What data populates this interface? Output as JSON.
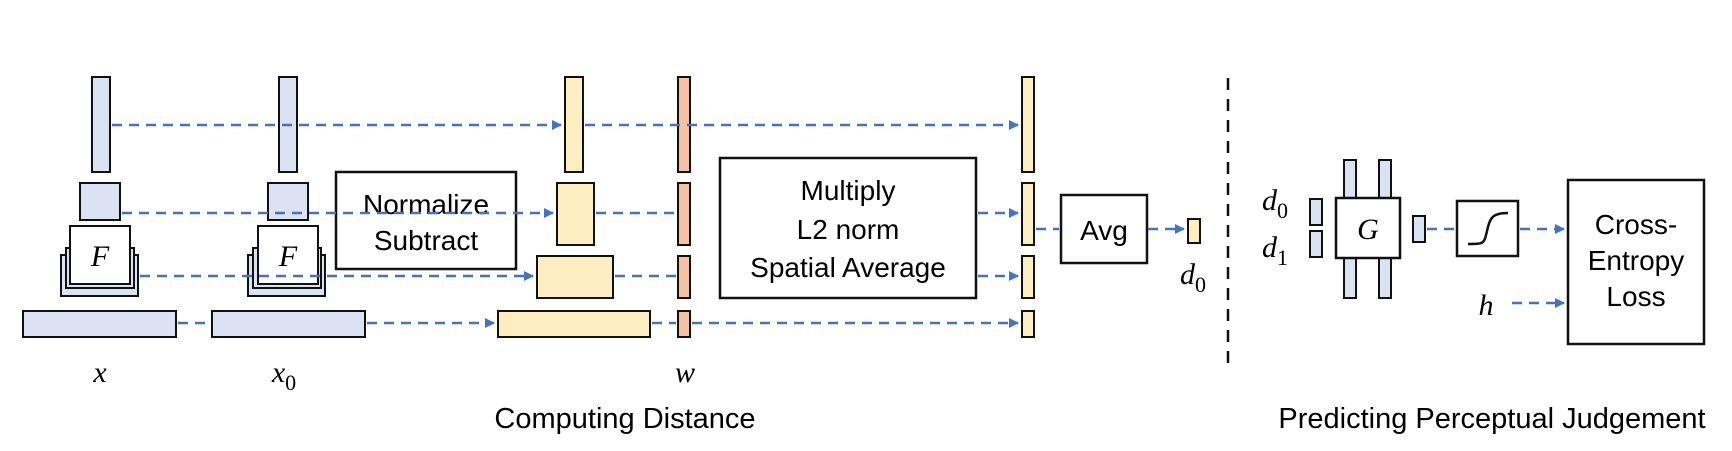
{
  "colors": {
    "feature_blue": "#dbe3f3",
    "feature_yellow": "#fdeec2",
    "weight_salmon": "#f6c2a6",
    "arrow_blue": "#4472c4",
    "stroke": "#111111"
  },
  "left": {
    "input_x_label": "x",
    "input_x0_label": "x",
    "input_x0_sub": "0",
    "network_label": "F",
    "normalize_line1": "Normalize",
    "normalize_line2": "Subtract",
    "weight_label": "w",
    "multiply_line1": "Multiply",
    "multiply_line2": "L2 norm",
    "multiply_line3": "Spatial Average",
    "avg_label": "Avg",
    "output_d": "d",
    "output_sub": "0",
    "section_title": "Computing Distance"
  },
  "right": {
    "d0": "d",
    "d0_sub": "0",
    "d1": "d",
    "d1_sub": "1",
    "g_label": "G",
    "h_label": "h",
    "loss_line1": "Cross-",
    "loss_line2": "Entropy",
    "loss_line3": "Loss",
    "section_title": "Predicting Perceptual Judgement"
  }
}
